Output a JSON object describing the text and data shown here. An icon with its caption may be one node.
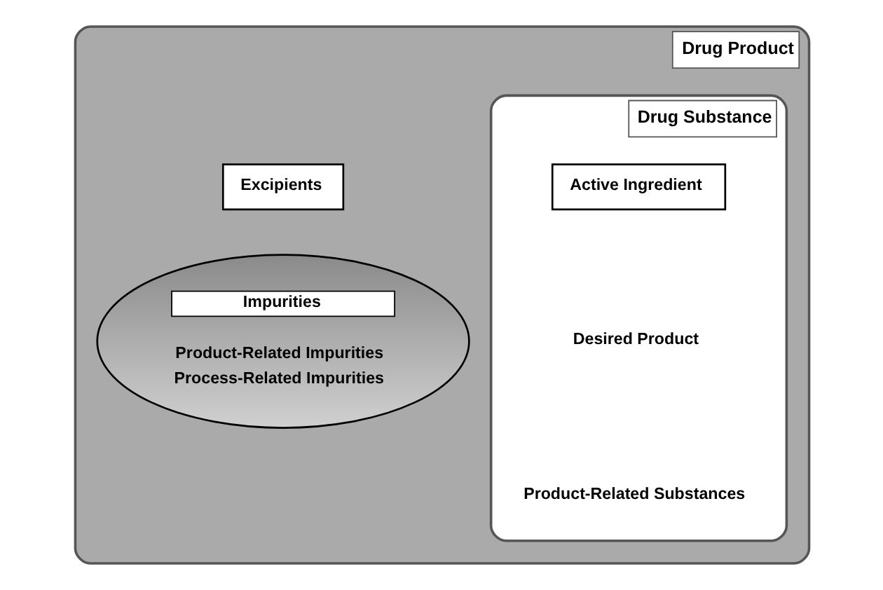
{
  "diagram": {
    "nodes": [
      {
        "text": [
          "Drug Product"
        ]
      },
      {
        "text": [
          "Drug Substance"
        ],
        "in": 0
      },
      {
        "text": [
          "Active Ingredient"
        ],
        "in": 1
      },
      {
        "text": [
          "Excipients"
        ],
        "in": 0
      },
      {
        "text": [
          "Impurities",
          "Product-Related Impurities",
          "Process-Related Impurities"
        ],
        "in": 0
      }
    ],
    "edges": [],
    "labels": [
      "Desired Product",
      "Product-Related Substances"
    ]
  }
}
